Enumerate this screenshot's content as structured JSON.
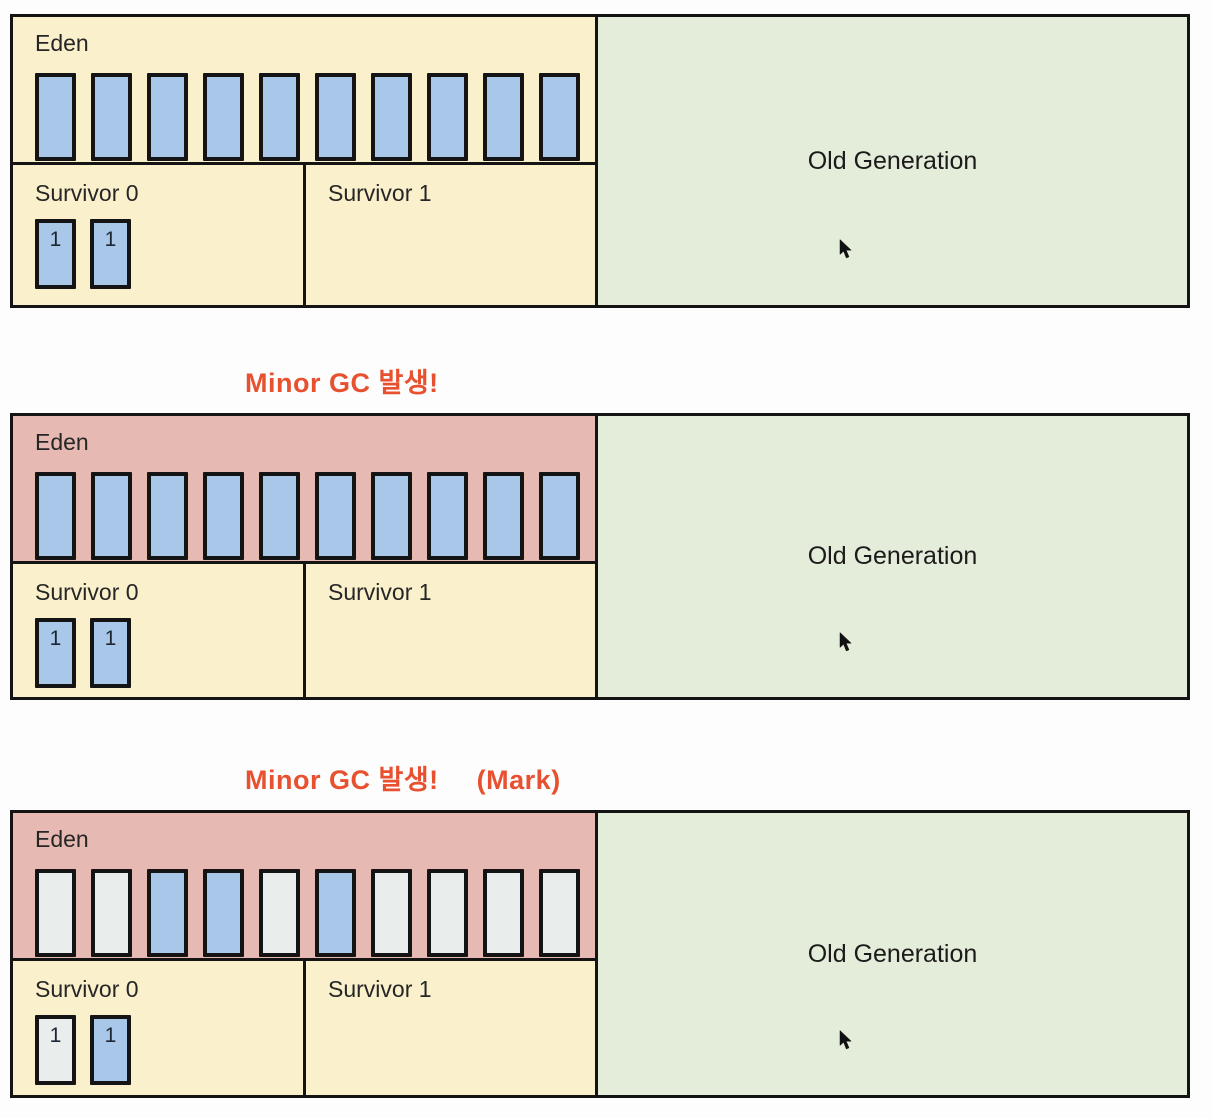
{
  "colors": {
    "block_blue": "#a9c7e9",
    "block_gray": "#e9edeb",
    "region_yellow": "#faf0cc",
    "eden_pink": "#e6bab2",
    "old_green": "#e4ecda",
    "title_red": "#e8512f",
    "border_black": "#141414"
  },
  "labels": {
    "eden": "Eden",
    "survivor0": "Survivor 0",
    "survivor1": "Survivor 1",
    "old_generation": "Old Generation"
  },
  "panels": [
    {
      "name": "heap-state-initial",
      "title_main": "",
      "title_note": "",
      "eden_bg": "yellow",
      "eden_blocks": [
        "blue",
        "blue",
        "blue",
        "blue",
        "blue",
        "blue",
        "blue",
        "blue",
        "blue",
        "blue"
      ],
      "survivor0_blocks": [
        {
          "label": "1",
          "fill": "blue"
        },
        {
          "label": "1",
          "fill": "blue"
        }
      ],
      "survivor1_blocks": [],
      "cursor": true
    },
    {
      "name": "heap-state-minor-gc",
      "title_main": "Minor GC 발생!",
      "title_note": "",
      "eden_bg": "pink",
      "eden_blocks": [
        "blue",
        "blue",
        "blue",
        "blue",
        "blue",
        "blue",
        "blue",
        "blue",
        "blue",
        "blue"
      ],
      "survivor0_blocks": [
        {
          "label": "1",
          "fill": "blue"
        },
        {
          "label": "1",
          "fill": "blue"
        }
      ],
      "survivor1_blocks": [],
      "cursor": true
    },
    {
      "name": "heap-state-minor-gc-mark",
      "title_main": "Minor GC 발생!",
      "title_note": "(Mark)",
      "eden_bg": "pink",
      "eden_blocks": [
        "gray",
        "gray",
        "blue",
        "blue",
        "gray",
        "blue",
        "gray",
        "gray",
        "gray",
        "gray"
      ],
      "survivor0_blocks": [
        {
          "label": "1",
          "fill": "gray"
        },
        {
          "label": "1",
          "fill": "blue"
        }
      ],
      "survivor1_blocks": [],
      "cursor": true
    }
  ]
}
